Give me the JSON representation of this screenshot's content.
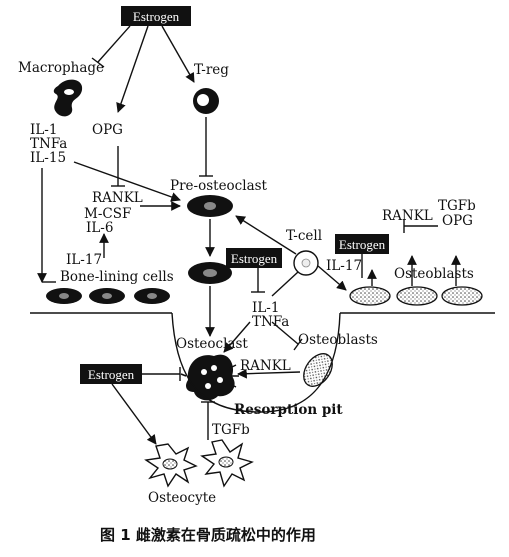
{
  "diagram": {
    "estrogen_label": "Estrogen",
    "cells": {
      "macrophage": "Macrophage",
      "t_reg": "T-reg",
      "pre_osteoclast": "Pre-osteoclast",
      "t_cell": "T-cell",
      "bone_lining_cells": "Bone-lining cells",
      "osteoclast": "Osteoclast",
      "osteoblasts_upper": "Osteoblasts",
      "osteoblasts_lower": "Osteoblasts",
      "osteocyte": "Osteocyte",
      "resorption_pit": "Resorption pit"
    },
    "factors": {
      "il1": "IL-1",
      "tnfa": "TNFa",
      "il15": "IL-15",
      "opg": "OPG",
      "rankl_left": "RANKL",
      "mcsf": "M-CSF",
      "il6": "IL-6",
      "il17_left": "IL-17",
      "il17_right": "IL-17",
      "rankl_right": "RANKL",
      "tgfb_right": "TGFb",
      "opg_right": "OPG",
      "il1_center": "IL-1",
      "tnfa_center": "TNFa",
      "rankl_bottom": "RANKL",
      "tgfb_bottom": "TGFb"
    }
  },
  "caption": "图 1   雌激素在骨质疏松中的作用"
}
